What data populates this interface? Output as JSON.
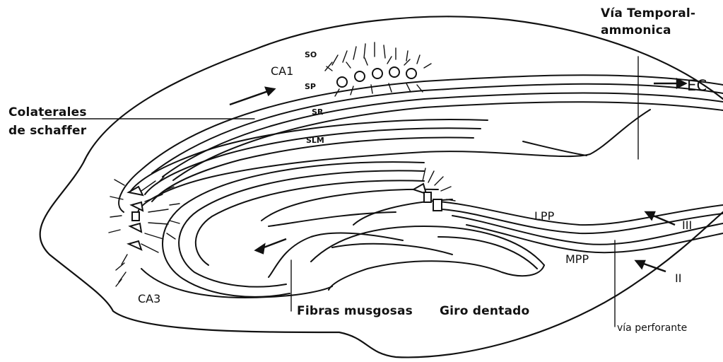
{
  "labels": {
    "via_temporal_line1": "Vía Temporal-",
    "via_temporal_line2": "ammonica",
    "ec": "EC",
    "ca1": "CA1",
    "so": "SO",
    "sp": "SP",
    "sr": "SR",
    "slm": "SLM",
    "colaterales_line1": "Colaterales",
    "colaterales_line2": "de schaffer",
    "lpp": "LPP",
    "mpp": "MPP",
    "iii": "III",
    "ii": "II",
    "ca3": "CA3",
    "fibras_musgosas": "Fibras musgosas",
    "giro_dentado": "Giro dentado",
    "via_perforante": "vía perforante"
  },
  "colors": {
    "ink": "#111111",
    "background": "#ffffff"
  }
}
